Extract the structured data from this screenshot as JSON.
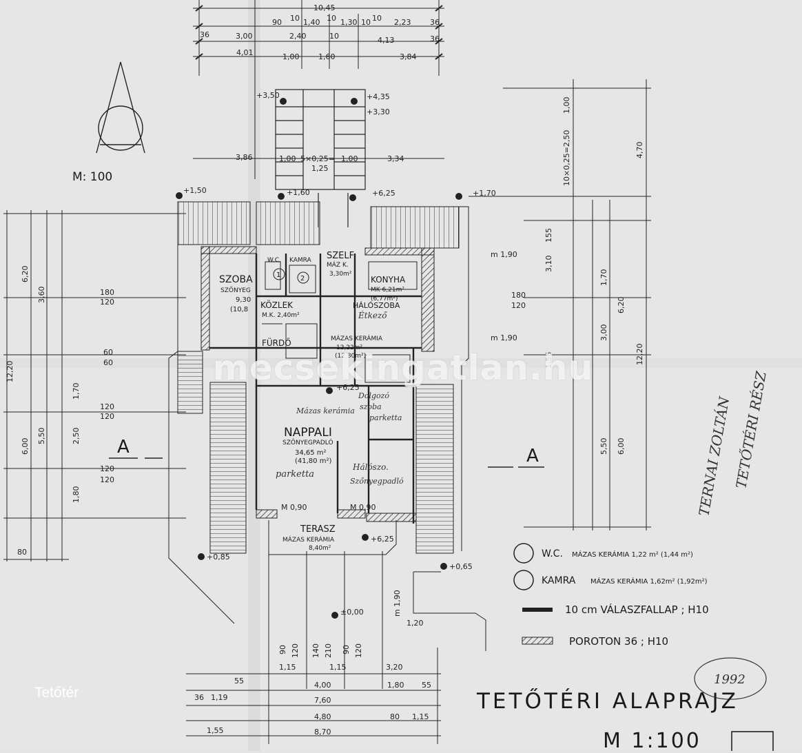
{
  "plan": {
    "title": "TETŐTÉRI ALAPRAJZ",
    "scale": "M: 100",
    "scale_bottom": "M 1:100",
    "caption": "Tetőtér",
    "watermark": "mecsekingatlan.hu",
    "year": "1992",
    "author_note_1": "TERNAI ZOLTÁN",
    "author_note_2": "TETŐTÉRI RÉSZ",
    "section_marker": "A"
  },
  "rooms": {
    "szoba": {
      "name": "SZOBA",
      "floor": "SZŐNYEG",
      "area": "9,30",
      "area2": "(10,8"
    },
    "wc_label": "W.C.",
    "kamra_label": "KAMRA",
    "szelf": {
      "name": "SZELF",
      "floor": "MÁZ K.",
      "area": "3,30m²"
    },
    "konyha": {
      "name": "KONYHA",
      "floor": "MK 6,21m²",
      "area": "(6,77m²)"
    },
    "kozlek": {
      "name": "KÖZLEK",
      "floor": "M.K. 2,40m²"
    },
    "furdo": {
      "name": "FÜRDŐ"
    },
    "halo": {
      "name": "HÁLÓSZOBA",
      "hand": "Étkező",
      "floor": "MÁZAS KERÁMIA",
      "area": "12,22m²",
      "area2": "(12,80m²)"
    },
    "nappali": {
      "name": "NAPPALI",
      "floor": "SZŐNYEGPADLÓ",
      "area": "34,65 m²",
      "area2": "(41,80 m²)",
      "hand_top": "Mázas kerámia",
      "hand_bottom": "parketta"
    },
    "dolgozo": {
      "hand1": "Dolgozó",
      "hand2": "szoba",
      "hand3": "parketta"
    },
    "haloszoba_hand": {
      "hand1": "Hálószo.",
      "hand2": "Szőnyegpadló"
    },
    "terasz": {
      "name": "TERASZ",
      "floor": "MÁZAS KERÁMIA",
      "area": "8,40m²"
    }
  },
  "levels": {
    "l1": "+3,50",
    "l2": "+4,35",
    "l3": "+3,30",
    "l4": "+1,50",
    "l5": "+1,70",
    "l6": "+6,25",
    "l7": "+6,25",
    "l8": "+6,25",
    "l9": "+0,85",
    "l10": "+0,65",
    "l11": "±0,00",
    "l12": "+1,60"
  },
  "dimensions": {
    "top": [
      "10,45",
      "90",
      "10",
      "1,40",
      "10",
      "1,30",
      "10",
      "10",
      "2,23",
      "36",
      "36",
      "3,00",
      "2,40",
      "10",
      "4,13",
      "36",
      "4,01",
      "1,00",
      "1,60",
      "3,84"
    ],
    "stair": [
      "3,86",
      "1,00",
      "5×0,25=",
      "1,00",
      "3,34",
      "1,25"
    ],
    "left": [
      "6,20",
      "3,60",
      "12,20",
      "6,00",
      "5,50",
      "2,50",
      "1,70",
      "1,80",
      "180",
      "120",
      "60",
      "60",
      "120",
      "120",
      "120",
      "120",
      "80"
    ],
    "right": [
      "1,00",
      "10×0,25=2,50",
      "4,70",
      "12,20",
      "6,20",
      "3,10",
      "3,00",
      "1,70",
      "5,50",
      "6,00",
      "155",
      "1,55",
      "180",
      "120",
      "m 1,90",
      "m 1,90"
    ],
    "bottom": [
      "90",
      "120",
      "140",
      "210",
      "90",
      "120",
      "1,15",
      "1,15",
      "3,20",
      "4,00",
      "1,80",
      "55",
      "7,60",
      "4,80",
      "80",
      "1,15",
      "8,70",
      "1,55",
      "36",
      "1,19",
      "55",
      "m 1,90",
      "1,20",
      "M 0,90",
      "M 0,90"
    ]
  },
  "legend": [
    {
      "num": "1",
      "label": "W.C.",
      "detail": "MÁZAS KERÁMIA  1,22 m² (1,44 m²)"
    },
    {
      "num": "2",
      "label": "KAMRA",
      "detail": "MÁZAS KERÁMIA  1,62m² (1,92m²)"
    },
    {
      "num": "",
      "label": "10 cm VÁLASZFALLAP ; H10",
      "detail": ""
    },
    {
      "num": "",
      "label": "POROTON 36 ; H10",
      "detail": ""
    }
  ]
}
